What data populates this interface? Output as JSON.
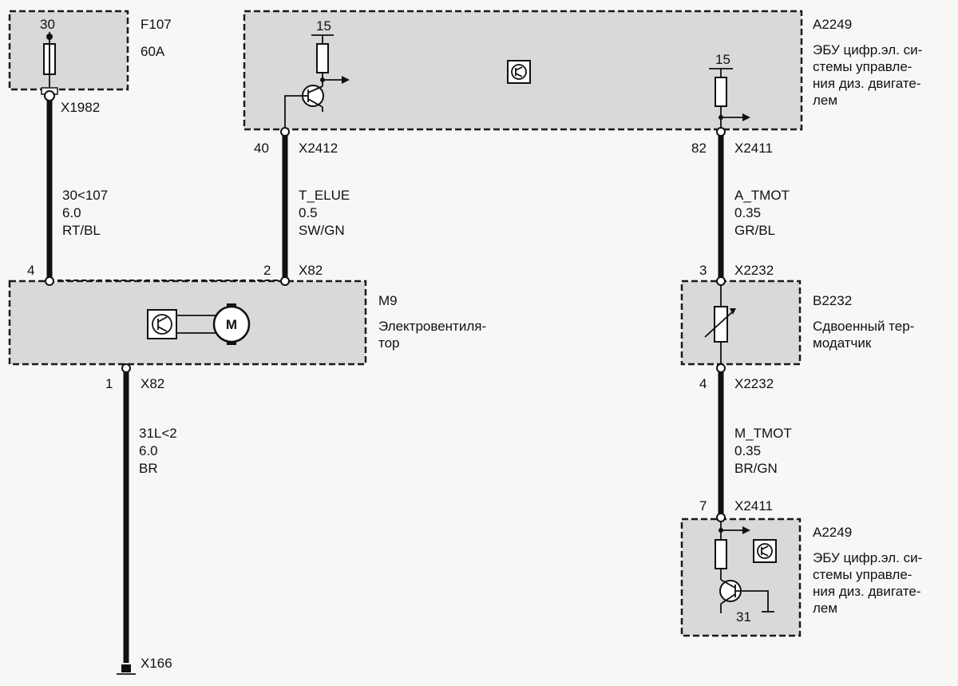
{
  "fuse": {
    "id": "F107",
    "rating": "60A",
    "terminal": "30",
    "connector": "X1982"
  },
  "ecu_top": {
    "id": "A2249",
    "name": [
      "ЭБУ цифр.эл. си-",
      "стемы управле-",
      "ния диз. двигате-",
      "лем"
    ],
    "left_supply": "15",
    "right_supply": "15"
  },
  "ecu_bottom": {
    "id": "A2249",
    "name": [
      "ЭБУ цифр.эл. си-",
      "стемы управле-",
      "ния диз. двигате-",
      "лем"
    ],
    "ground_label": "31"
  },
  "fan": {
    "id": "M9",
    "name": [
      "Электровентиля-",
      "тор"
    ],
    "motor_symbol": "M"
  },
  "sensor": {
    "id": "B2232",
    "name": [
      "Сдвоенный тер-",
      "модатчик"
    ]
  },
  "pins": {
    "fan_pin_4": "4",
    "fan_pin_2": "2",
    "fan_conn_top": "X82",
    "fan_pin_1": "1",
    "fan_conn_bottom": "X82",
    "ecu_pin_40": "40",
    "ecu_conn_x2412": "X2412",
    "ecu_pin_82": "82",
    "ecu_conn_x2411_top": "X2411",
    "sensor_pin_3": "3",
    "sensor_conn_top": "X2232",
    "sensor_pin_4": "4",
    "sensor_conn_bottom": "X2232",
    "ecu_pin_7": "7",
    "ecu_conn_x2411_bottom": "X2411",
    "ground_conn": "X166"
  },
  "wires": {
    "w1": {
      "signal": "30<107",
      "gauge": "6.0",
      "color": "RT/BL"
    },
    "w2": {
      "signal": "T_ELUE",
      "gauge": "0.5",
      "color": "SW/GN"
    },
    "w3": {
      "signal": "A_TMOT",
      "gauge": "0.35",
      "color": "GR/BL"
    },
    "w4": {
      "signal": "31L<2",
      "gauge": "6.0",
      "color": "BR"
    },
    "w5": {
      "signal": "M_TMOT",
      "gauge": "0.35",
      "color": "BR/GN"
    }
  }
}
